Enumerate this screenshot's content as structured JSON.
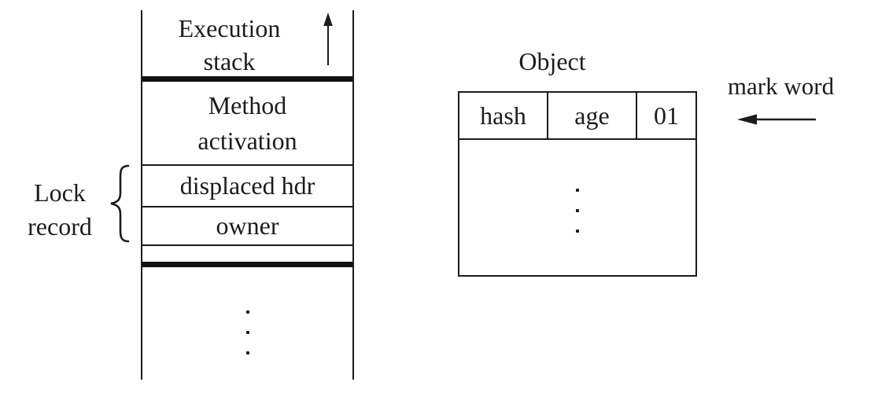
{
  "colors": {
    "ink": "#1c1c1c",
    "background": "#ffffff"
  },
  "stack": {
    "title": "Execution\nstack",
    "cells": [
      {
        "label": "Method\nactivation"
      },
      {
        "label": "displaced hdr"
      },
      {
        "label": "owner"
      }
    ]
  },
  "lock_record": {
    "label": "Lock\nrecord"
  },
  "object": {
    "title": "Object",
    "header_cells": [
      "hash",
      "age",
      "01"
    ]
  },
  "mark_word": {
    "label": "mark word"
  },
  "icons": {
    "stack_growth_arrow": "arrow-up",
    "mark_word_arrow": "arrow-left",
    "lock_record_brace": "left-curly-brace",
    "stack_ellipsis": "vertical-ellipsis",
    "object_ellipsis": "vertical-ellipsis"
  }
}
